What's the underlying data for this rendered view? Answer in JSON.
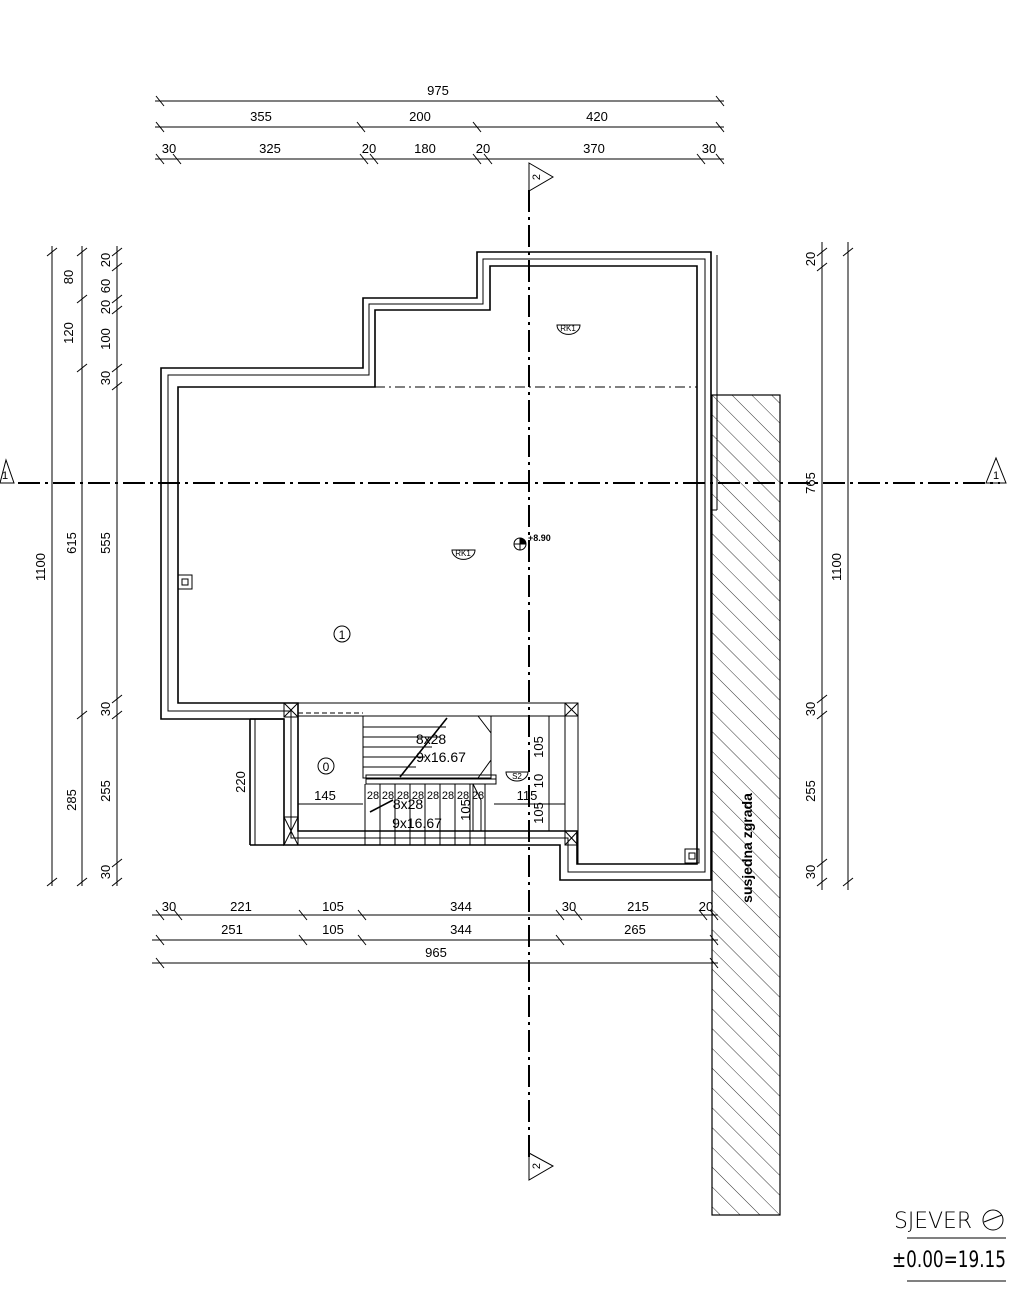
{
  "dims_top": {
    "overall": "975",
    "row2": [
      "355",
      "200",
      "420"
    ],
    "row3": [
      "30",
      "325",
      "20",
      "180",
      "20",
      "370",
      "30"
    ]
  },
  "dims_bottom": {
    "row1": [
      "30",
      "221",
      "105",
      "344",
      "30",
      "215",
      "20"
    ],
    "row2": [
      "251",
      "105",
      "344",
      "265"
    ],
    "overall": "965"
  },
  "dims_left": {
    "outer": "1100",
    "col2": [
      "80",
      "120",
      "615",
      "285"
    ],
    "col3": [
      "20",
      "60",
      "20",
      "100",
      "30",
      "555",
      "30",
      "255",
      "30"
    ]
  },
  "dims_right": {
    "col1": [
      "20",
      "765",
      "30",
      "255",
      "30"
    ],
    "outer": "1100"
  },
  "section_marks": {
    "a": "1",
    "b": "2"
  },
  "labels": {
    "rk1": "RK1",
    "level": "+8.90",
    "room1": "1",
    "room0": "0",
    "stair_top_1": "8x28",
    "stair_top_2": "9x16.67",
    "stair_bot_1": "8x28",
    "stair_bot_2": "9x16.67",
    "stair_treads": [
      "28",
      "28",
      "28",
      "28",
      "28",
      "28",
      "28",
      "28"
    ],
    "s2": "S2",
    "d220": "220",
    "d145": "145",
    "d115": "115",
    "d105a": "105",
    "d105b": "105",
    "d105c": "105",
    "d10": "10",
    "neighbor": "susjedna zgrada"
  },
  "legend": {
    "north": "SJEVER",
    "elevation": "±0.00=19.15"
  }
}
